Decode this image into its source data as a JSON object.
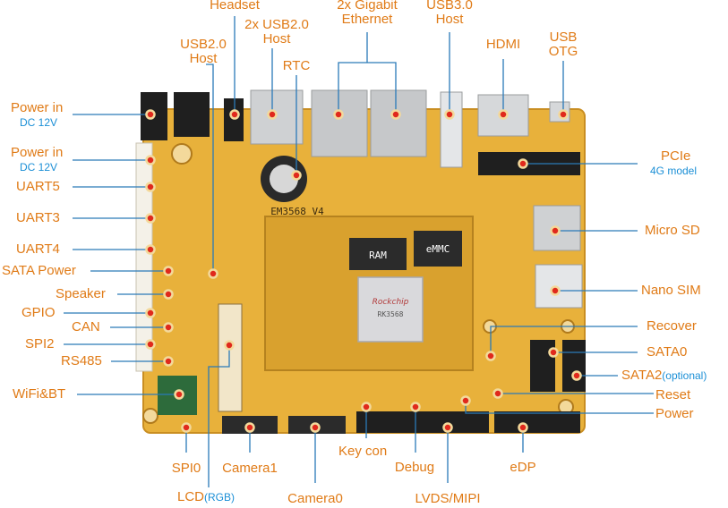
{
  "callouts": {
    "headset": "Headset",
    "usb20_top_a": "2x USB2.0",
    "usb20_top_b": "Host",
    "eth_a": "2x Gigabit",
    "eth_b": "Ethernet",
    "usb30_a": "USB3.0",
    "usb30_b": "Host",
    "hdmi": "HDMI",
    "usbotg_a": "USB",
    "usbotg_b": "OTG",
    "usb20_left_a": "USB2.0",
    "usb20_left_b": "Host",
    "rtc": "RTC",
    "power_in_1": "Power in",
    "power_in_1_sub": "DC 12V",
    "power_in_2": "Power in",
    "power_in_2_sub": "DC 12V",
    "uart5": "UART5",
    "uart3": "UART3",
    "uart4": "UART4",
    "sata_power": "SATA Power",
    "speaker": "Speaker",
    "gpio": "GPIO",
    "can": "CAN",
    "spi2": "SPI2",
    "rs485": "RS485",
    "wifi_bt": "WiFi&BT",
    "spi0": "SPI0",
    "lcd": "LCD",
    "lcd_sub": "(RGB)",
    "camera1": "Camera1",
    "camera0": "Camera0",
    "key_con": "Key con",
    "debug": "Debug",
    "lvds_mipi": "LVDS/MIPI",
    "edp": "eDP",
    "pcie": "PCIe",
    "pcie_sub": "4G model",
    "micro_sd": "Micro SD",
    "nano_sim": "Nano SIM",
    "recover": "Recover",
    "sata0": "SATA0",
    "sata2": "SATA2",
    "sata2_sub": "(optional)",
    "reset": "Reset",
    "power": "Power"
  },
  "silkscreen": {
    "som_model": "EM3568 V4",
    "ram": "RAM",
    "emmc": "eMMC",
    "soc_brand": "Rockchip",
    "soc_model": "RK3568"
  },
  "colors": {
    "label": "#e07b17",
    "sublabel": "#1b8fd6",
    "leader": "#2a7ab8",
    "pcb": "#e8b13b",
    "pcb_dark": "#c98e22",
    "som": "#d9a12e",
    "marker_ring": "#e07b17"
  }
}
